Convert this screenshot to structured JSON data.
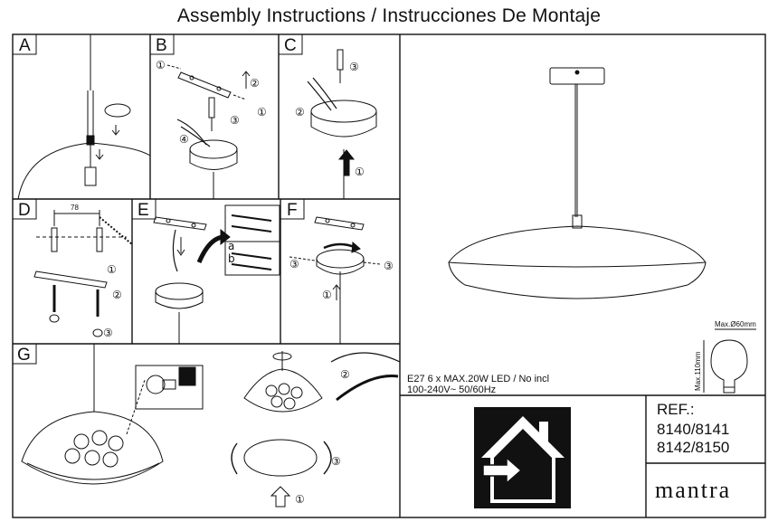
{
  "title": "Assembly Instructions / Instrucciones De Montaje",
  "panels": [
    {
      "label": "A"
    },
    {
      "label": "B"
    },
    {
      "label": "C"
    },
    {
      "label": "D"
    },
    {
      "label": "E"
    },
    {
      "label": "F"
    },
    {
      "label": "G"
    }
  ],
  "step_markers": [
    "①",
    "②",
    "③",
    "④"
  ],
  "panel_d": {
    "dimension": "78"
  },
  "panel_e": {
    "sub_a": "a",
    "sub_b": "b"
  },
  "bulb": {
    "diameter": "Max.Ø60mm",
    "height": "Max.110mm"
  },
  "spec": {
    "line1": "E27 6 x MAX.20W LED / No incl",
    "line2": "100-240V~ 50/60Hz"
  },
  "ref": {
    "label": "REF.:",
    "line1": "8140/8141",
    "line2": "8142/8150"
  },
  "brand": {
    "name": "mantra"
  },
  "icons": [
    "indoor-use-house-icon"
  ]
}
